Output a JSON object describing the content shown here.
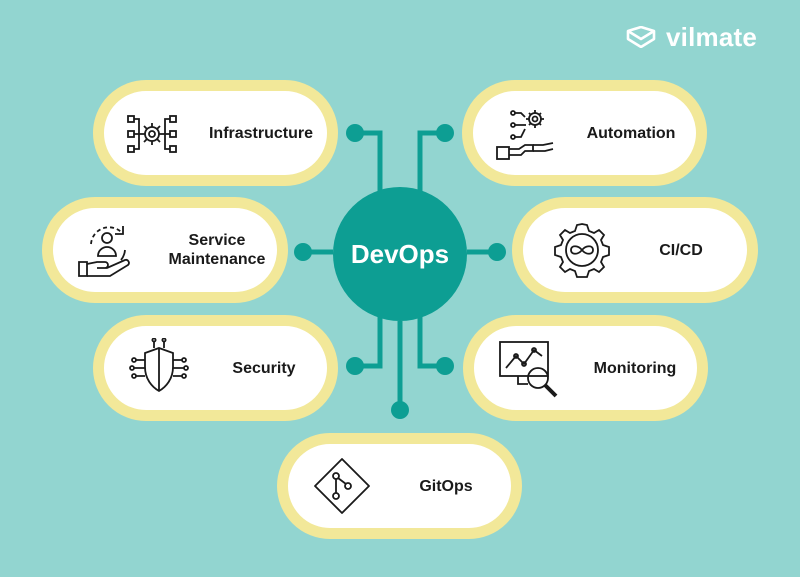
{
  "brand": {
    "name": "vilmate"
  },
  "hub": {
    "label": "DevOps"
  },
  "nodes": [
    {
      "label": "Infrastructure",
      "icon": "infrastructure-gear-network-icon"
    },
    {
      "label": "Automation",
      "icon": "robot-hand-gears-icon"
    },
    {
      "label": "Service\nMaintenance",
      "icon": "hand-person-cycle-icon"
    },
    {
      "label": "CI/CD",
      "icon": "infinity-gear-icon"
    },
    {
      "label": "Security",
      "icon": "shield-circuit-icon"
    },
    {
      "label": "Monitoring",
      "icon": "monitor-magnifier-icon"
    },
    {
      "label": "GitOps",
      "icon": "git-branch-icon"
    }
  ],
  "colors": {
    "background": "#92d5d0",
    "hub": "#0d9e93",
    "connector": "#0d9e93",
    "node_border": "#f2e899",
    "node_fill": "#ffffff",
    "text": "#1a1a1a"
  }
}
